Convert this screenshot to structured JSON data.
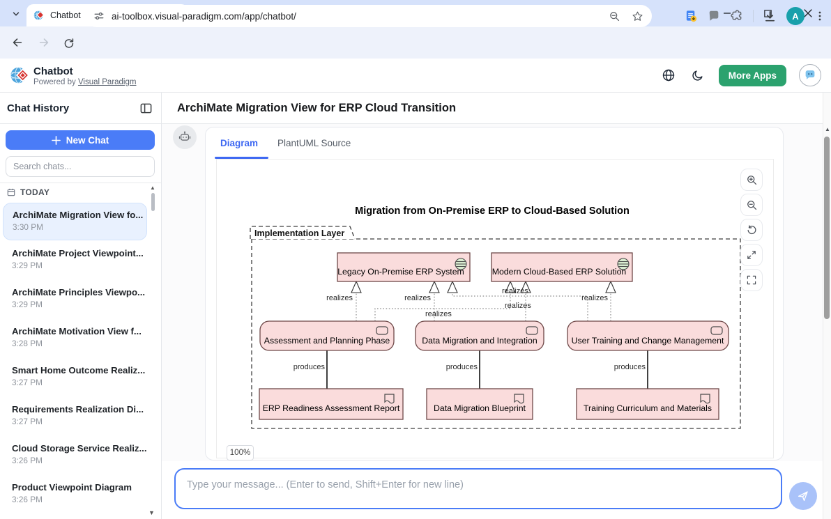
{
  "browser": {
    "tab_title": "Chatbot",
    "url": "ai-toolbox.visual-paradigm.com/app/chatbot/",
    "avatar_letter": "A"
  },
  "header": {
    "app_name": "Chatbot",
    "powered_by": "Powered by",
    "vendor_link": "Visual Paradigm",
    "more_apps": "More Apps"
  },
  "sidebar": {
    "title": "Chat History",
    "new_chat": "New Chat",
    "search_placeholder": "Search chats...",
    "today": "TODAY",
    "chats": [
      {
        "title": "ArchiMate Migration View fo...",
        "time": "3:30 PM",
        "selected": true
      },
      {
        "title": "ArchiMate Project Viewpoint...",
        "time": "3:29 PM",
        "selected": false
      },
      {
        "title": "ArchiMate Principles Viewpo...",
        "time": "3:29 PM",
        "selected": false
      },
      {
        "title": "ArchiMate Motivation View f...",
        "time": "3:28 PM",
        "selected": false
      },
      {
        "title": "Smart Home Outcome Realiz...",
        "time": "3:27 PM",
        "selected": false
      },
      {
        "title": "Requirements Realization Di...",
        "time": "3:27 PM",
        "selected": false
      },
      {
        "title": "Cloud Storage Service Realiz...",
        "time": "3:26 PM",
        "selected": false
      },
      {
        "title": "Product Viewpoint Diagram",
        "time": "3:26 PM",
        "selected": false
      }
    ]
  },
  "main": {
    "title": "ArchiMate Migration View for ERP Cloud Transition",
    "tab_diagram": "Diagram",
    "tab_source": "PlantUML Source",
    "zoom_badge": "100%",
    "input_placeholder": "Type your message... (Enter to send, Shift+Enter for new line)"
  },
  "diagram": {
    "title": "Migration from On-Premise ERP to Cloud-Based Solution",
    "group": "Implementation Layer",
    "nodes": {
      "legacy": "Legacy On-Premise ERP System",
      "modern": "Modern Cloud-Based ERP Solution",
      "assessment": "Assessment and Planning Phase",
      "data_migration": "Data Migration and Integration",
      "user_training": "User Training and Change Management",
      "report": "ERP Readiness Assessment Report",
      "blueprint": "Data Migration Blueprint",
      "curriculum": "Training Curriculum and Materials"
    },
    "labels": {
      "realizes": "realizes",
      "produces": "produces"
    },
    "colors": {
      "node_fill": "#FADCDC",
      "node_border": "#6E4848",
      "plateau_fill": "#D9ECD0"
    }
  }
}
